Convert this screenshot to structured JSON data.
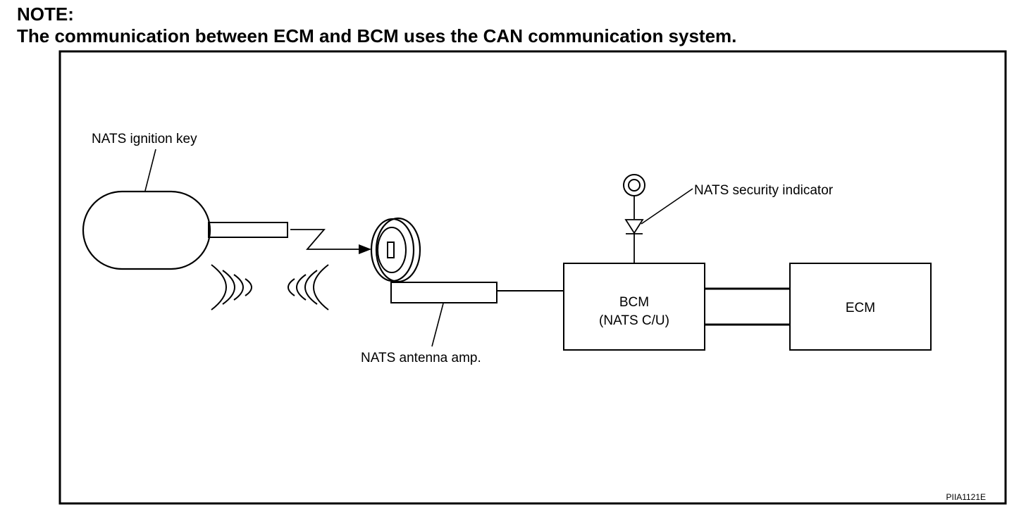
{
  "note": {
    "heading": "NOTE:",
    "text": "The communication between ECM and BCM uses the CAN communication system."
  },
  "diagram": {
    "labels": {
      "ignition_key": "NATS ignition key",
      "antenna_amp": "NATS antenna amp.",
      "security_indicator": "NATS security indicator",
      "bcm_line1": "BCM",
      "bcm_line2": "(NATS C/U)",
      "ecm": "ECM",
      "figure_code": "PIIA1121E"
    }
  }
}
